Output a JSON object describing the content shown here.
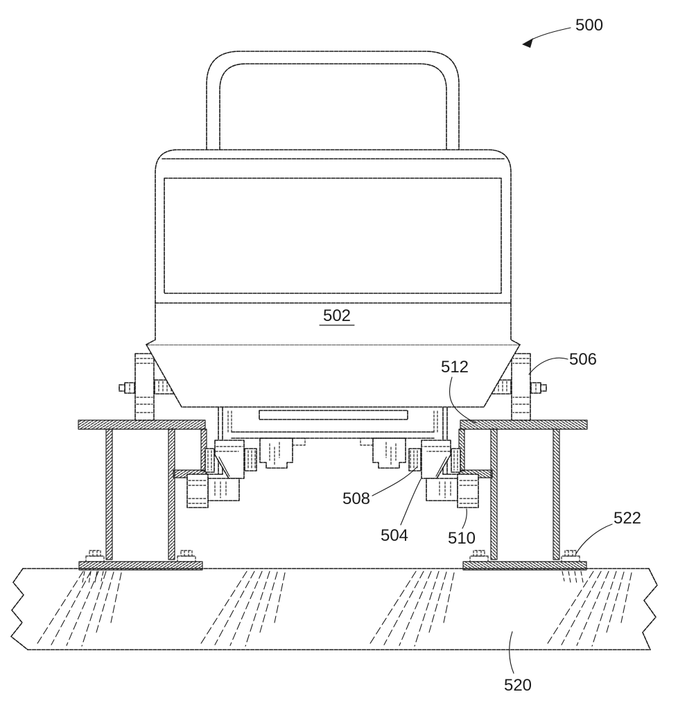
{
  "figure": {
    "kind": "patent-line-drawing",
    "background": "#ffffff",
    "line_color": "#1b1b1b",
    "labels": {
      "l500": "500",
      "l502": "502",
      "l504": "504",
      "l506": "506",
      "l508": "508",
      "l510": "510",
      "l512": "512",
      "l520": "520",
      "l522": "522"
    }
  }
}
